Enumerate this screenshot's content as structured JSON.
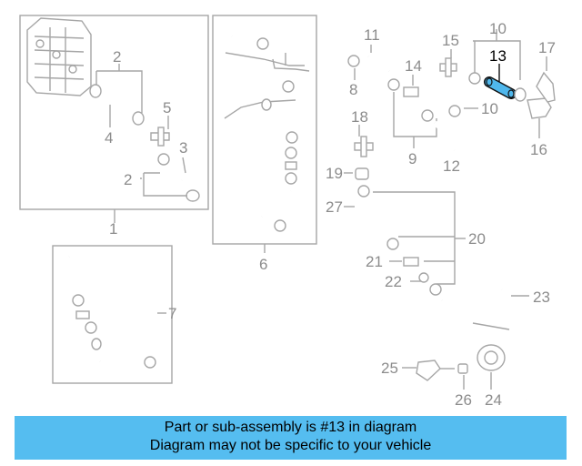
{
  "diagram": {
    "highlighted_part": "13",
    "highlight_color": "#4fb7ec",
    "part_labels": {
      "p1": "1",
      "p2a": "2",
      "p2b": "2",
      "p3": "3",
      "p4": "4",
      "p5": "5",
      "p6": "6",
      "p7": "7",
      "p8": "8",
      "p9": "9",
      "p10a": "10",
      "p10b": "10",
      "p11": "11",
      "p12": "12",
      "p13": "13",
      "p14": "14",
      "p15": "15",
      "p16": "16",
      "p17": "17",
      "p18": "18",
      "p19": "19",
      "p20": "20",
      "p21": "21",
      "p22": "22",
      "p23": "23",
      "p24": "24",
      "p25": "25",
      "p26": "26",
      "p27": "27"
    }
  },
  "banner": {
    "background": "#55bdf0",
    "line1": "Part or sub-assembly is #13 in diagram",
    "line2": "Diagram may not be specific to your vehicle"
  }
}
